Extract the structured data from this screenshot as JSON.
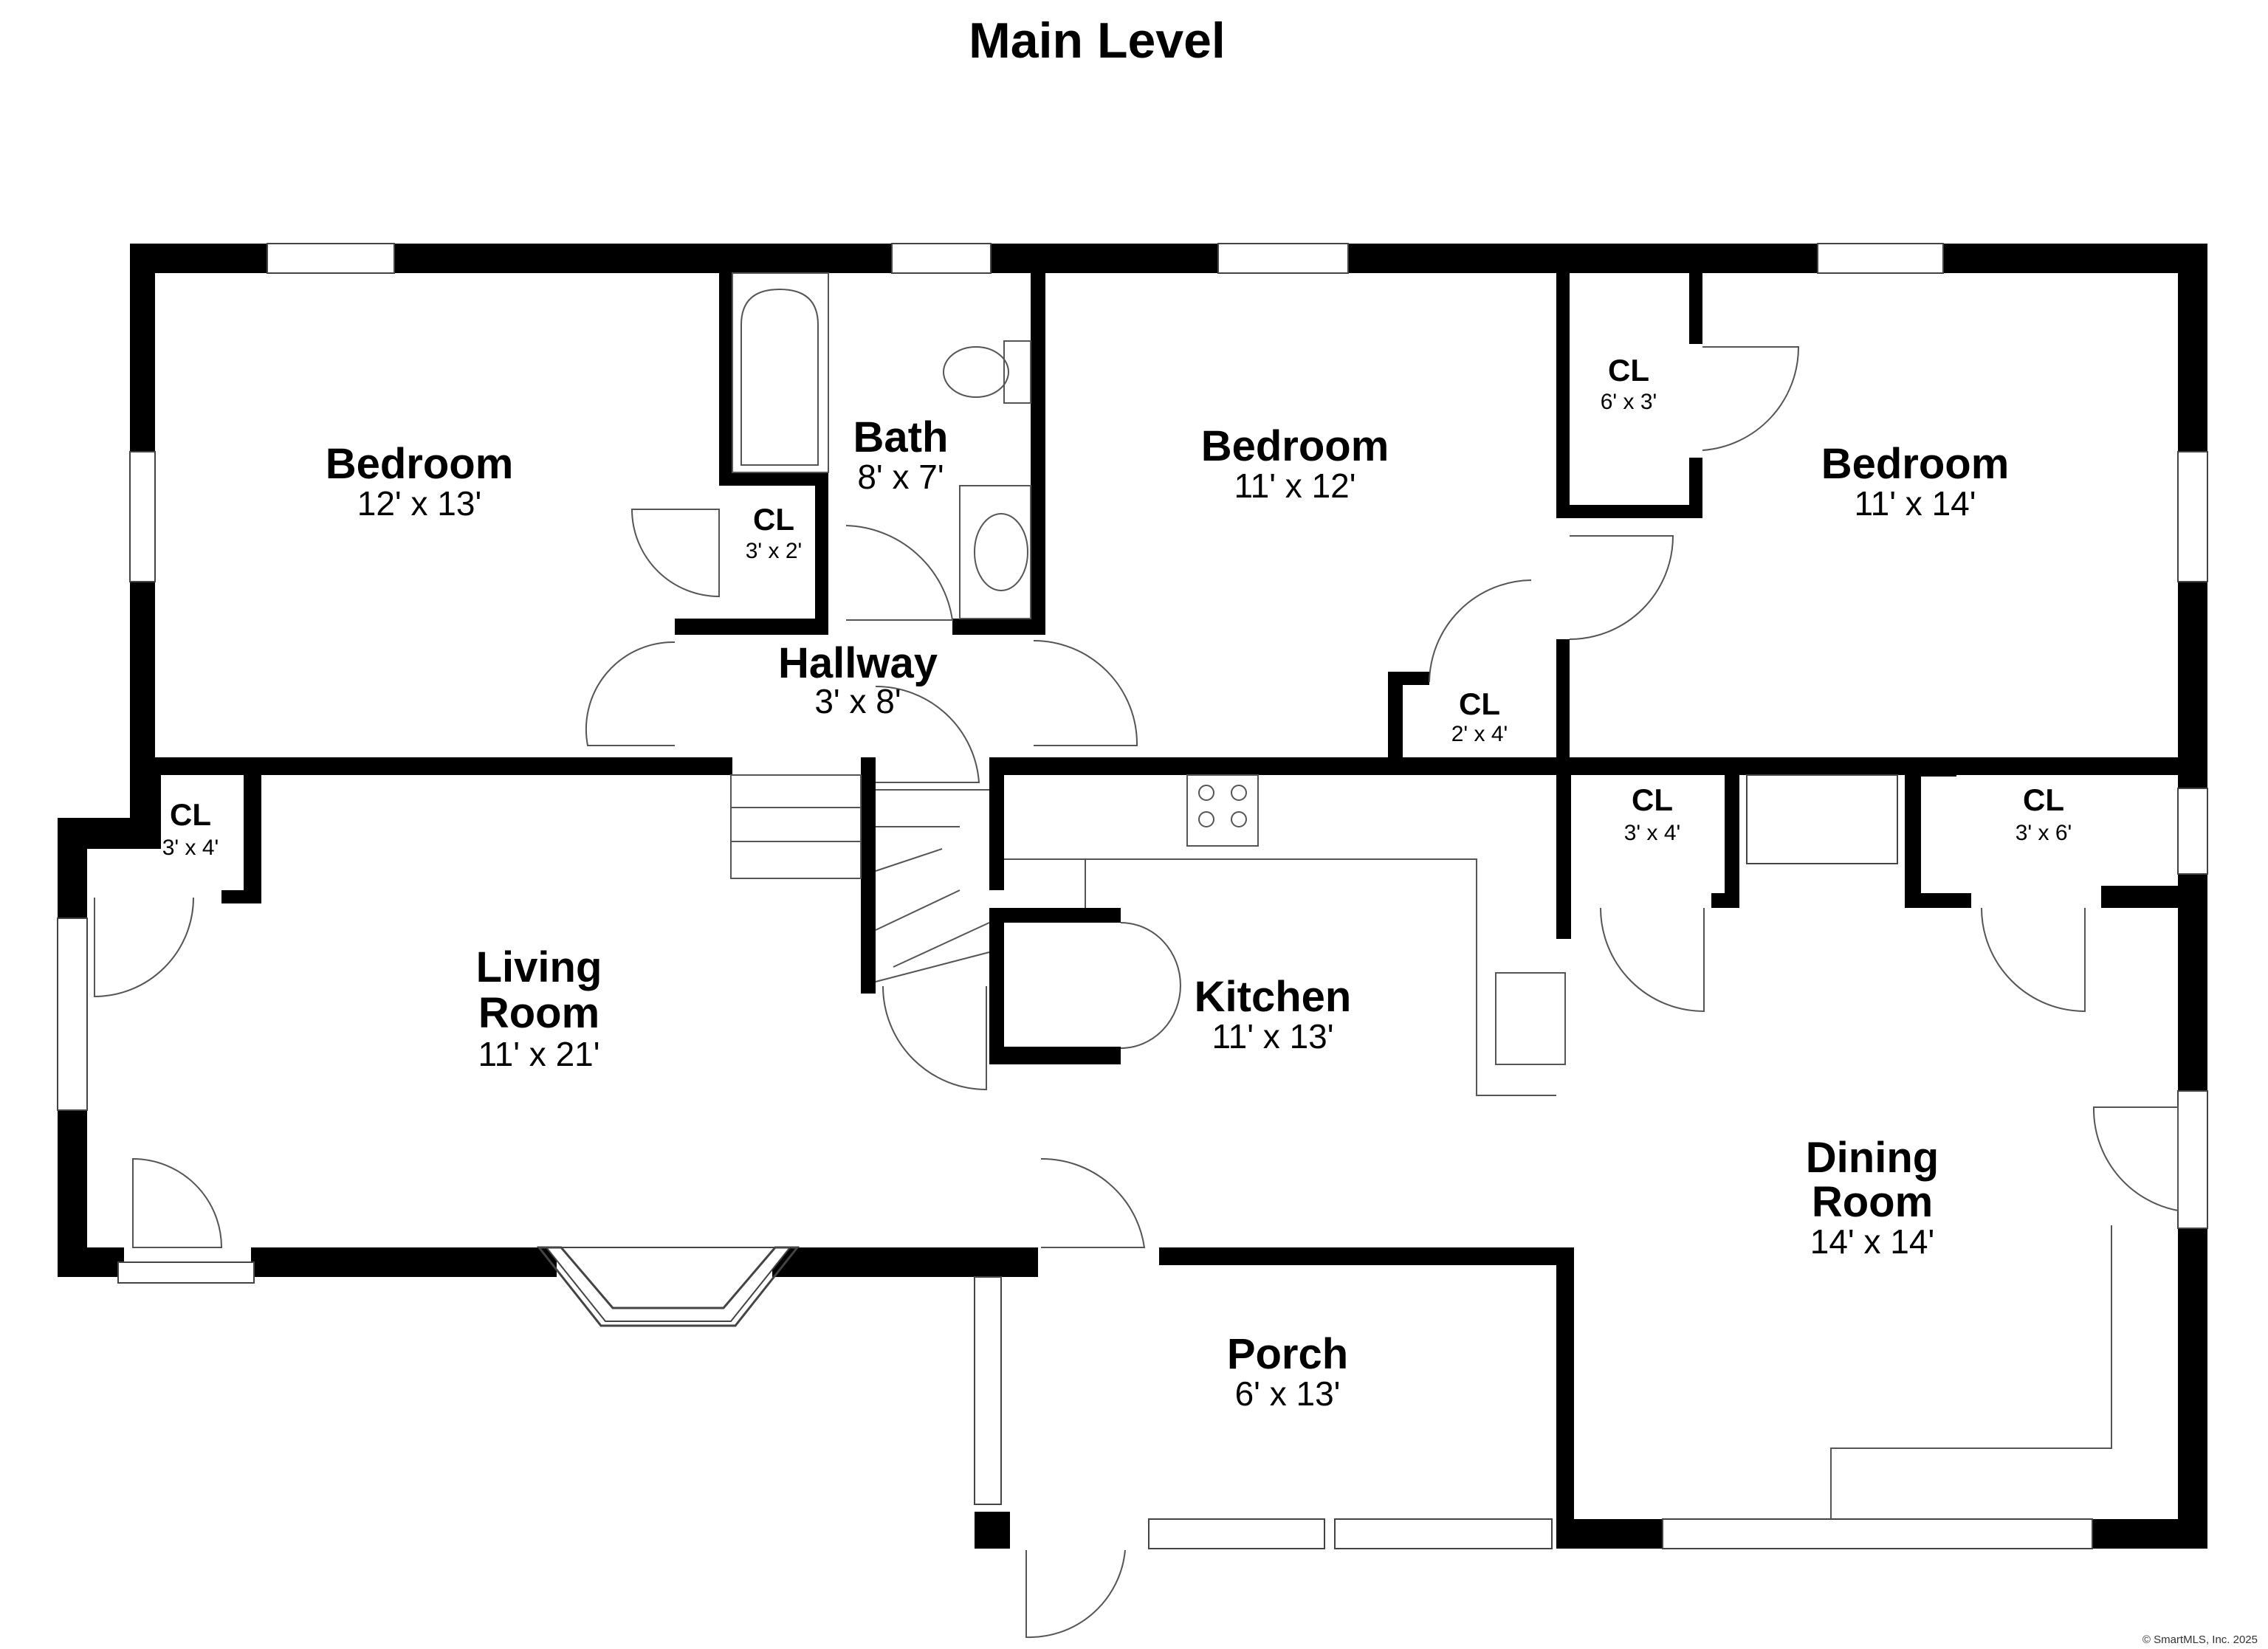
{
  "title": "Main Level",
  "copyright": "© SmartMLS, Inc. 2025",
  "rooms": {
    "bedroom_left": {
      "name": "Bedroom",
      "dims": "12' x 13'"
    },
    "bath": {
      "name": "Bath",
      "dims": "8' x 7'"
    },
    "cl_bath": {
      "name": "CL",
      "dims": "3' x 2'"
    },
    "hallway": {
      "name": "Hallway",
      "dims": "3' x 8'"
    },
    "bedroom_mid": {
      "name": "Bedroom",
      "dims": "11' x 12'"
    },
    "cl_mid": {
      "name": "CL",
      "dims": "2' x 4'"
    },
    "cl_right_top": {
      "name": "CL",
      "dims": "6' x 3'"
    },
    "bedroom_right": {
      "name": "Bedroom",
      "dims": "11' x 14'"
    },
    "cl_living": {
      "name": "CL",
      "dims": "3' x 4'"
    },
    "living": {
      "name_line1": "Living",
      "name_line2": "Room",
      "dims": "11' x 21'"
    },
    "kitchen": {
      "name": "Kitchen",
      "dims": "11' x 13'"
    },
    "cl_kitchen_right": {
      "name": "CL",
      "dims": "3' x 4'"
    },
    "cl_dining": {
      "name": "CL",
      "dims": "3' x 6'"
    },
    "dining": {
      "name_line1": "Dining",
      "name_line2": "Room",
      "dims": "14' x 14'"
    },
    "porch": {
      "name": "Porch",
      "dims": "6' x 13'"
    }
  }
}
